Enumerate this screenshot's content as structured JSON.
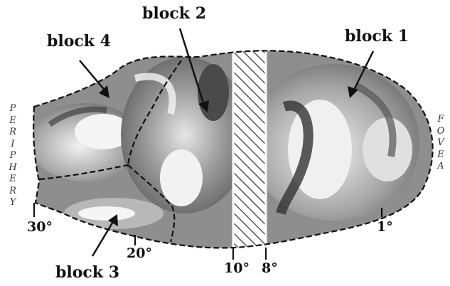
{
  "blocks": {
    "block1": "block 1",
    "block2": "block 2",
    "block3": "block 3",
    "block4": "block 4"
  },
  "ticks": {
    "t30": "30°",
    "t20": "20°",
    "t10": "10°",
    "t8": "8°",
    "t1": "1°"
  },
  "side_labels": {
    "left": "PERIPHERY",
    "right": "FOVEA"
  }
}
